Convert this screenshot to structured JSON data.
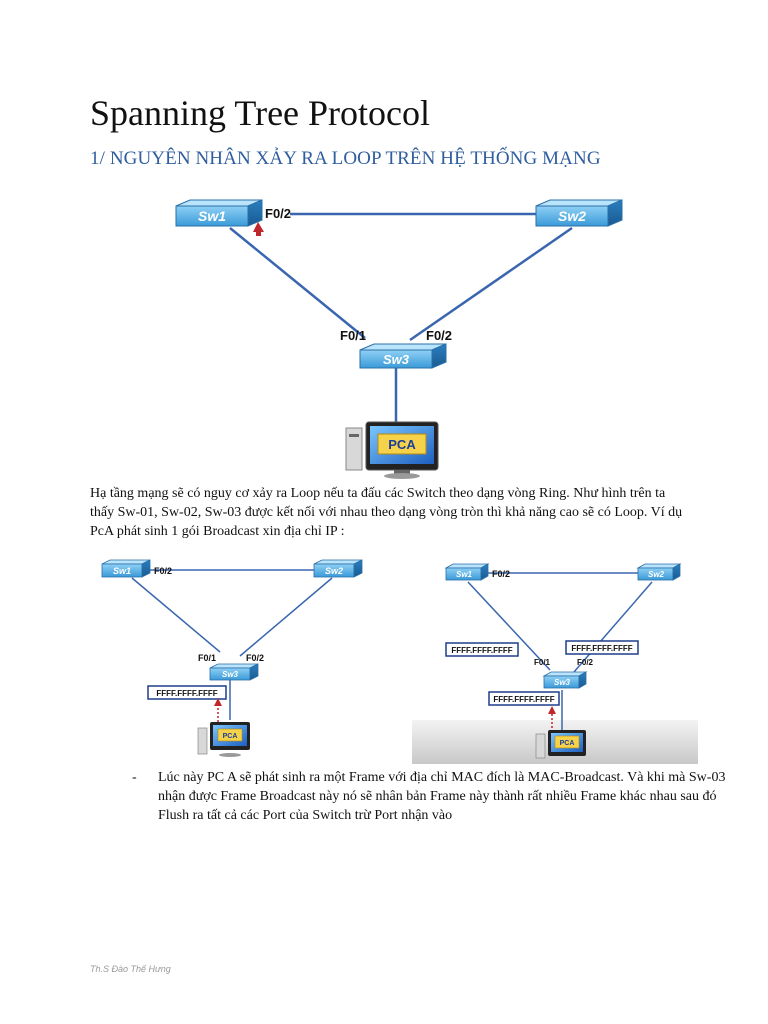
{
  "doc": {
    "title": "Spanning Tree Protocol",
    "heading": "1/ NGUYÊN NHÂN XẢY RA LOOP TRÊN HỆ THỐNG MẠNG",
    "paragraph": "Hạ tầng mạng sẽ có nguy cơ xảy ra Loop nếu ta đấu các Switch theo dạng vòng Ring. Như hình trên ta thấy Sw-01, Sw-02, Sw-03 được kết nối với nhau theo dạng vòng tròn thì khả năng cao sẽ có Loop. Ví dụ PcA phát sinh 1 gói Broadcast xin địa chỉ IP :",
    "bullet_dash": "-",
    "bullet": "Lúc này PC A sẽ phát sinh ra một Frame với địa chỉ MAC đích là MAC-Broadcast. Và khi mà Sw-03 nhận được Frame Broadcast này nó sẽ nhân bản Frame này thành rất nhiều Frame khác nhau sau đó Flush ra tất cả các Port của Switch trừ Port nhận vào",
    "footer": "Th.S Đào Thế Hưng"
  },
  "diagram_main": {
    "sw1": "Sw1",
    "sw2": "Sw2",
    "sw3": "Sw3",
    "pc": "PCA",
    "port_sw1": "F0/2",
    "port_sw3_left": "F0/1",
    "port_sw3_right": "F0/2"
  },
  "diagram_left": {
    "sw1": "Sw1",
    "sw2": "Sw2",
    "sw3": "Sw3",
    "pc": "PCA",
    "port_sw1": "F0/2",
    "port_sw3_left": "F0/1",
    "port_sw3_right": "F0/2",
    "frame": "FFFF.FFFF.FFFF"
  },
  "diagram_right": {
    "sw1": "Sw1",
    "sw2": "Sw2",
    "sw3": "Sw3",
    "pc": "PCA",
    "port_sw1": "F0/2",
    "port_sw3_left": "F0/1",
    "port_sw3_right": "F0/2",
    "frame_left": "FFFF.FFFF.FFFF",
    "frame_right": "FFFF.FFFF.FFFF",
    "frame_bottom": "FFFF.FFFF.FFFF"
  },
  "colors": {
    "heading": "#2f5d9e",
    "switch": "#2a7fc0",
    "link": "#3a66b0",
    "frame_border": "#1f3f8a",
    "arrow": "#c0272d"
  }
}
